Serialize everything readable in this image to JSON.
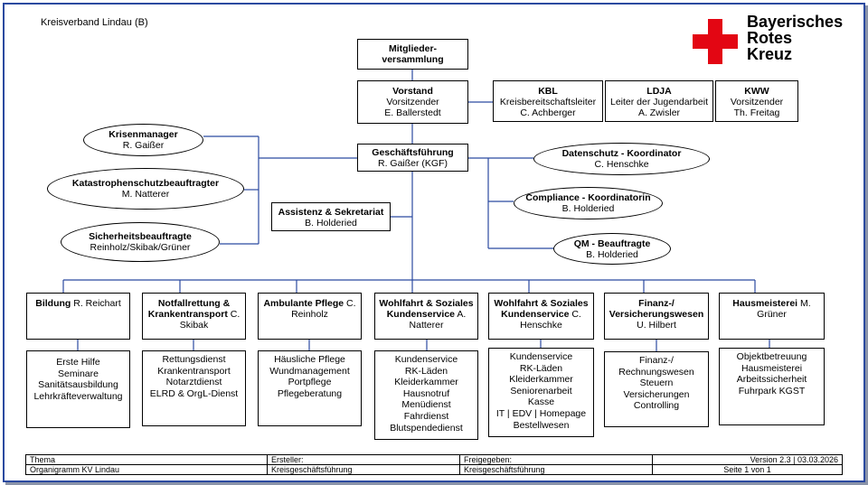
{
  "document_title": "Kreisverband Lindau (B)",
  "logo": {
    "lines": [
      "Bayerisches",
      "Rotes",
      "Kreuz"
    ],
    "cross_color": "#e30613"
  },
  "colors": {
    "connector": "#2b4aa0",
    "frame": "#2b4aa0"
  },
  "mitglieder": {
    "line1": "Mitglieder-",
    "line2": "versammlung"
  },
  "vorstand": {
    "title": "Vorstand",
    "role": "Vorsitzender",
    "name": "E. Ballerstedt"
  },
  "kbl": {
    "title": "KBL",
    "role": "Kreisbereitschaftsleiter",
    "name": "C. Achberger"
  },
  "ldja": {
    "title": "LDJA",
    "role": "Leiter der Jugendarbeit",
    "name": "A. Zwisler"
  },
  "kww": {
    "title": "KWW",
    "role": "Vorsitzender",
    "name": "Th. Freitag"
  },
  "gf": {
    "title": "Geschäftsführung",
    "name": "R. Gaißer (KGF)"
  },
  "assistenz": {
    "title": "Assistenz & Sekretariat",
    "name": "B. Holderied"
  },
  "left_ovals": [
    {
      "title": "Krisenmanager",
      "name": "R. Gaißer"
    },
    {
      "title": "Katastrophenschutzbeauftragter",
      "name": "M. Natterer"
    },
    {
      "title": "Sicherheitsbeauftragte",
      "name": "Reinholz/Skibak/Grüner"
    }
  ],
  "right_ovals": [
    {
      "title": "Datenschutz - Koordinator",
      "name": "C. Henschke"
    },
    {
      "title": "Compliance - Koordinatorin",
      "name": "B. Holderied"
    },
    {
      "title": "QM - Beauftragte",
      "name": "B. Holderied"
    }
  ],
  "departments": [
    {
      "title": [
        "Bildung"
      ],
      "name": "R. Reichart",
      "items": [
        "Erste Hilfe",
        "Seminare",
        "Sanitätsausbildung",
        "Lehrkräfteverwaltung"
      ]
    },
    {
      "title": [
        "Notfallrettung &",
        "Krankentransport"
      ],
      "name": "C. Skibak",
      "items": [
        "Rettungsdienst",
        "Krankentransport",
        "Notarztdienst",
        "ELRD & OrgL-Dienst"
      ]
    },
    {
      "title": [
        "Ambulante Pflege"
      ],
      "name": "C. Reinholz",
      "items": [
        "Häusliche Pflege",
        "Wundmanagement",
        "Portpflege",
        "Pflegeberatung"
      ]
    },
    {
      "title": [
        "Wohlfahrt & Soziales",
        "Kundenservice"
      ],
      "name": "A. Natterer",
      "items": [
        "Kundenservice",
        "RK-Läden",
        "Kleiderkammer",
        "Hausnotruf",
        "Menüdienst",
        "Fahrdienst",
        "Blutspendedienst"
      ]
    },
    {
      "title": [
        "Wohlfahrt & Soziales",
        "Kundenservice"
      ],
      "name": "C. Henschke",
      "items": [
        "Kundenservice",
        "RK-Läden",
        "Kleiderkammer",
        "Seniorenarbeit",
        "Kasse",
        "IT | EDV | Homepage",
        "Bestellwesen"
      ]
    },
    {
      "title": [
        "Finanz-/",
        "Versicherungswesen"
      ],
      "name": "U. Hilbert",
      "items": [
        "Finanz-/",
        "Rechnungswesen",
        "Steuern",
        "Versicherungen",
        "Controlling"
      ]
    },
    {
      "title": [
        "Hausmeisterei"
      ],
      "name": "M. Grüner",
      "items": [
        "Objektbetreuung",
        "Hausmeisterei",
        "Arbeitssicherheit",
        "Fuhrpark KGST"
      ]
    }
  ],
  "footer": {
    "thema_label": "Thema",
    "thema_value": "Organigramm KV Lindau",
    "ersteller_label": "Ersteller:",
    "ersteller_value": "Kreisgeschäftsführung",
    "freigegeben_label": "Freigegeben:",
    "freigegeben_value": "Kreisgeschäftsführung",
    "version": "Version 2.3 | 03.03.2026",
    "page": "Seite 1 von 1"
  }
}
